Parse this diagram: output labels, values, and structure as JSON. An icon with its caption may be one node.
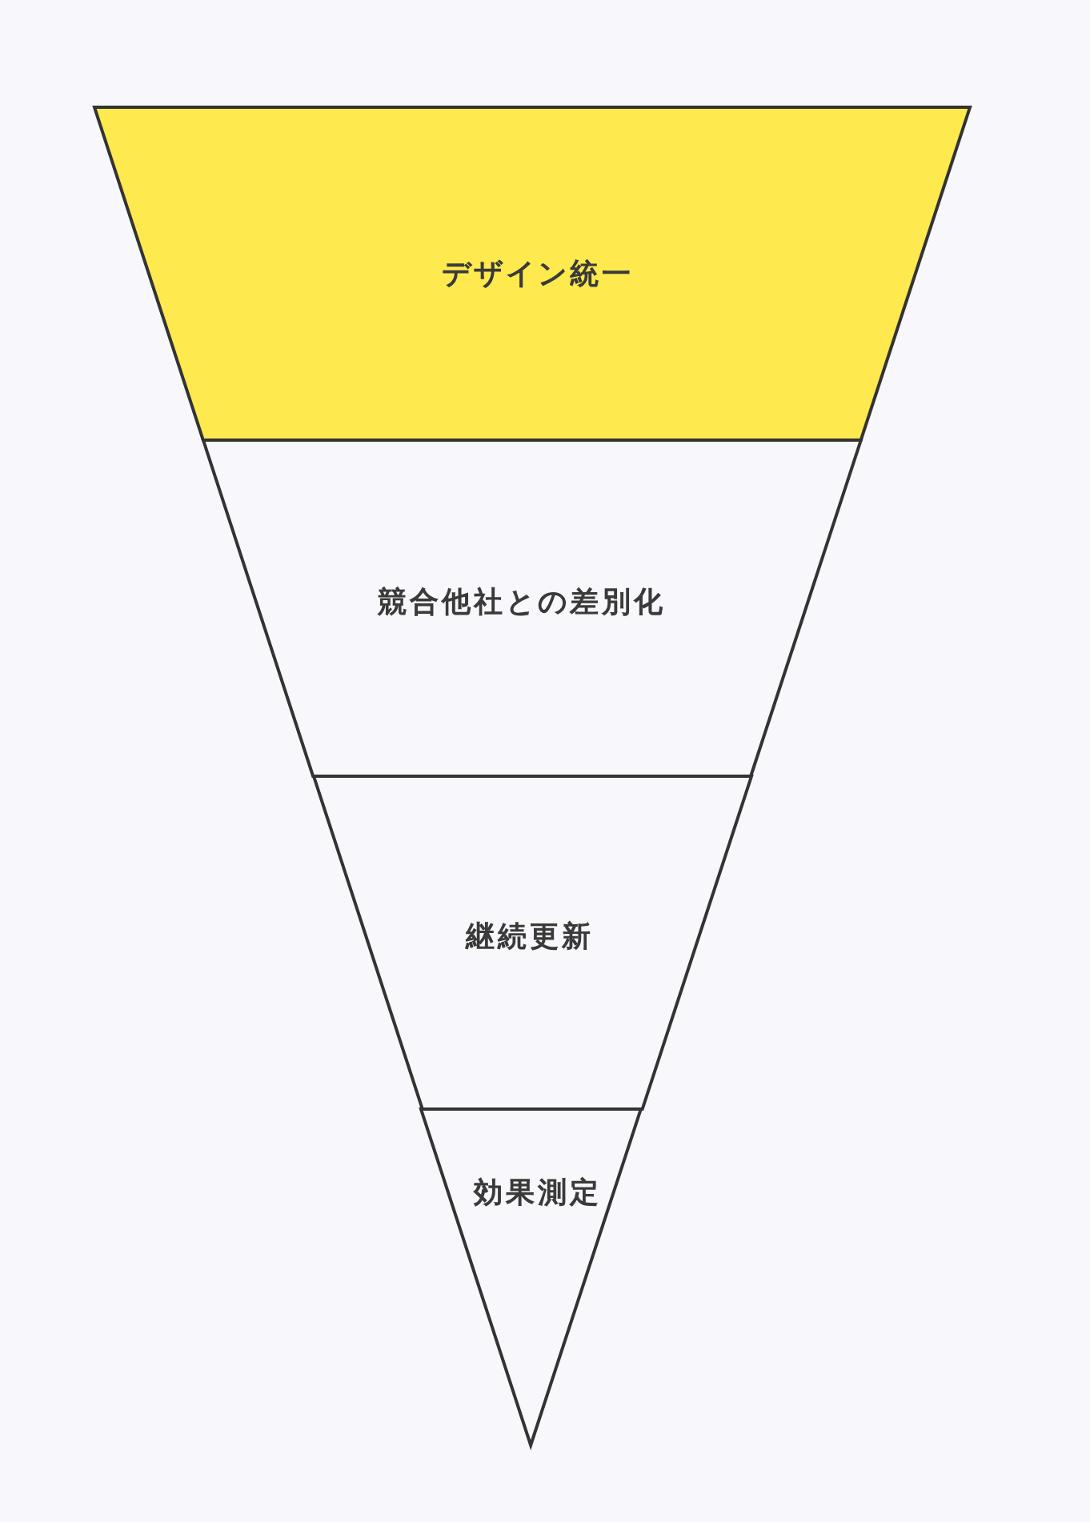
{
  "diagram": {
    "nodes": [
      {
        "text": [
          "デザイン統一"
        ]
      },
      {
        "text": [
          "競合他社との差別化"
        ]
      },
      {
        "text": [
          "継続更新"
        ]
      },
      {
        "text": [
          "効果測定"
        ]
      }
    ]
  }
}
